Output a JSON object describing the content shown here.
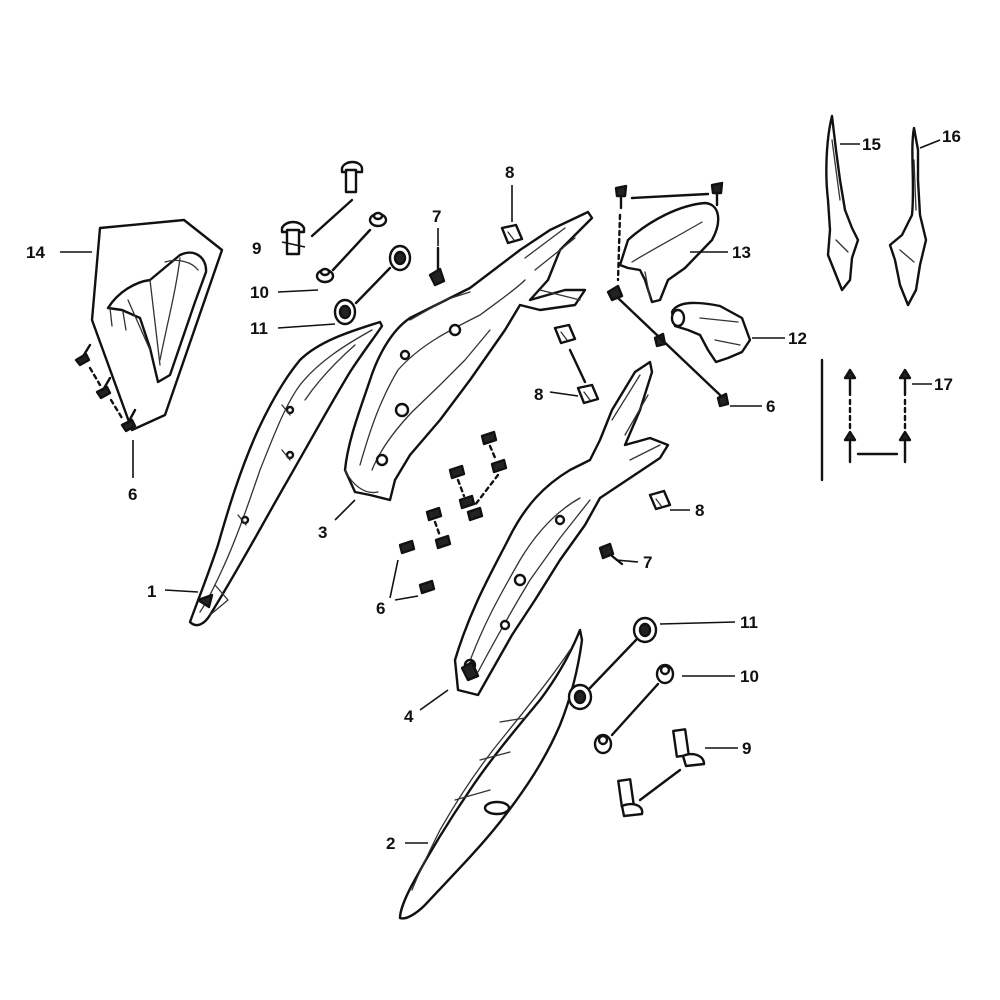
{
  "callouts": {
    "c1": "1",
    "c2": "2",
    "c3": "3",
    "c4": "4",
    "c6a": "6",
    "c6b": "6",
    "c6c": "6",
    "c7a": "7",
    "c7b": "7",
    "c8a": "8",
    "c8b": "8",
    "c8c": "8",
    "c9a": "9",
    "c9b": "9",
    "c10a": "10",
    "c10b": "10",
    "c11a": "11",
    "c11b": "11",
    "c12": "12",
    "c13": "13",
    "c14": "14",
    "c15": "15",
    "c16": "16",
    "c17": "17"
  },
  "colors": {
    "line": "#111111",
    "background": "#ffffff"
  }
}
